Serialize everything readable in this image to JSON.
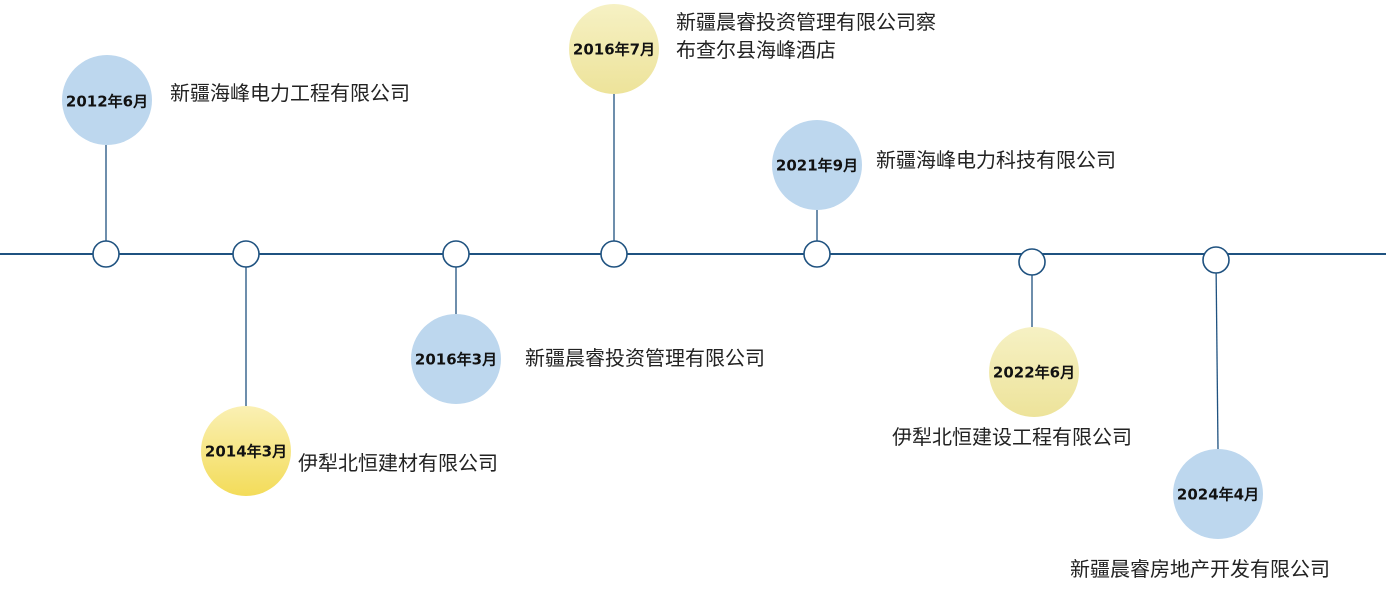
{
  "title": "Company timeline",
  "colors": {
    "line": "#1f5280",
    "blue": "#bdd7ee",
    "yellow": "#f5e17a",
    "light_yellow": "#f1ebb0"
  },
  "events": [
    {
      "date": "2012年6月",
      "name": "新疆海峰电力工程有限公司"
    },
    {
      "date": "2014年3月",
      "name": "伊犁北恒建材有限公司"
    },
    {
      "date": "2016年3月",
      "name": "新疆晨睿投资管理有限公司"
    },
    {
      "date": "2016年7月",
      "name_line1": "新疆晨睿投资管理有限公司察",
      "name_line2": "布查尔县海峰酒店"
    },
    {
      "date": "2021年9月",
      "name": "新疆海峰电力科技有限公司"
    },
    {
      "date": "2022年6月",
      "name": "伊犁北恒建设工程有限公司"
    },
    {
      "date": "2024年4月",
      "name": "新疆晨睿房地产开发有限公司"
    }
  ]
}
